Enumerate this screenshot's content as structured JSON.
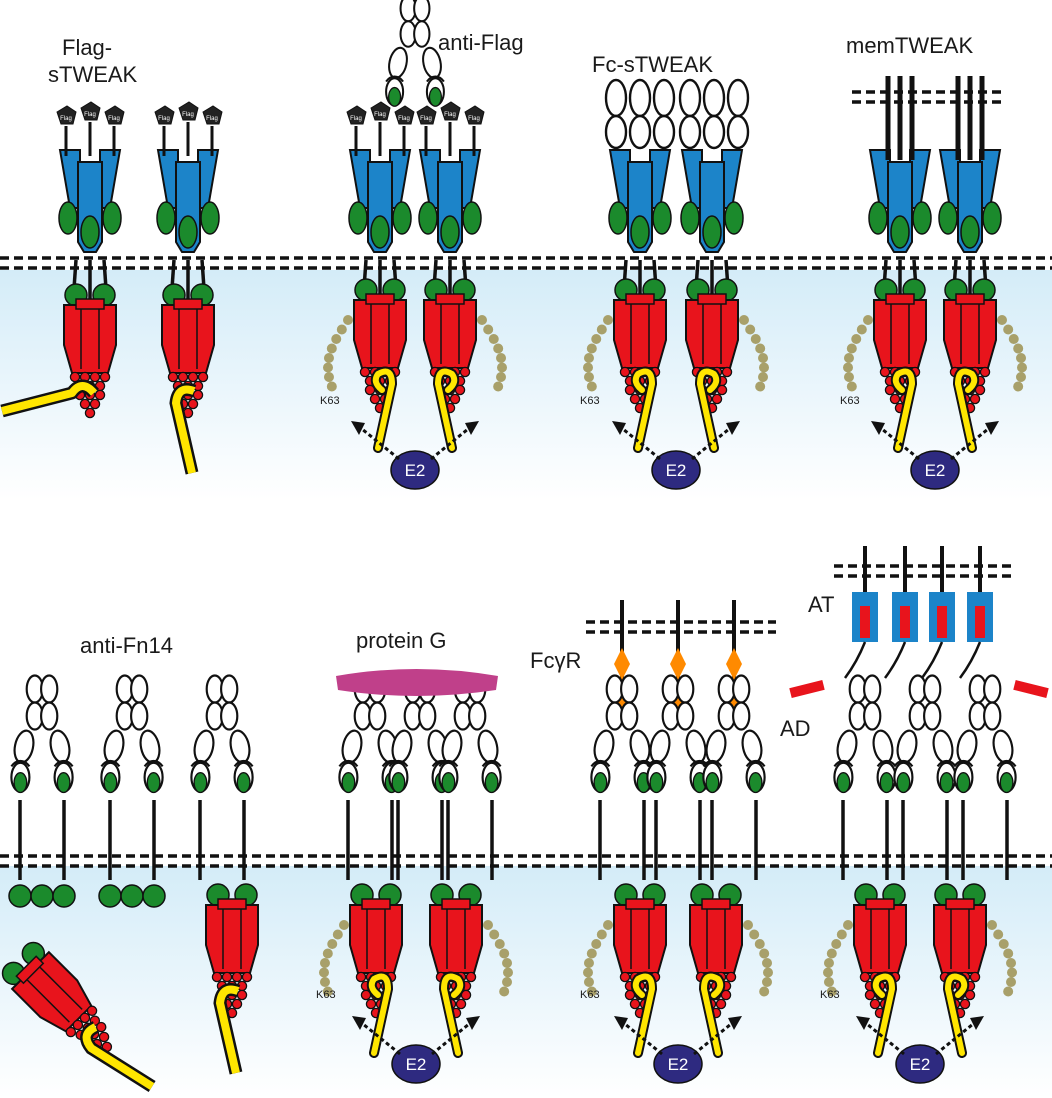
{
  "colors": {
    "receptor": "#e8141c",
    "ring": "#1b8a2c",
    "trimer": "#1c84c9",
    "linker": "#ffe600",
    "ubiquitin": "#a8a06a",
    "e2": "#2e2a80",
    "fcgr": "#ff8a00",
    "proteinG": "#c0408a",
    "cytoplasm": "#d4ecf8"
  },
  "labels": {
    "flag_stweak_1": "Flag-",
    "flag_stweak_2": "sTWEAK",
    "anti_flag": "anti-Flag",
    "fc_stweak": "Fc-sTWEAK",
    "memtweak": "memTWEAK",
    "anti_fn14": "anti-Fn14",
    "protein_g": "protein G",
    "fcgr": "FcγR",
    "at": "AT",
    "ad": "AD",
    "k63": "K63",
    "e2": "E2",
    "flag_tag": "Flag"
  }
}
